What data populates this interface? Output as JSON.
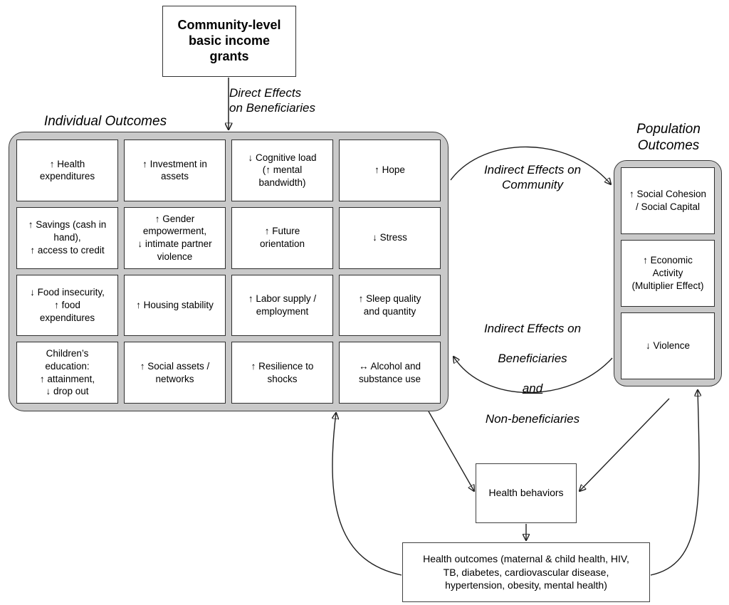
{
  "source": {
    "label": "Community-level\nbasic income\ngrants"
  },
  "edges": {
    "direct": "Direct Effects\non Beneficiaries",
    "indirect_community": "Indirect Effects on\nCommunity",
    "indirect_beneficiaries_line1": "Indirect Effects on",
    "indirect_beneficiaries_line2": "Beneficiaries",
    "indirect_beneficiaries_emph": "and",
    "indirect_beneficiaries_line4": "Non-beneficiaries"
  },
  "individual": {
    "title": "Individual Outcomes",
    "cells": [
      "↑ Health\nexpenditures",
      "↑ Investment in\nassets",
      "↓ Cognitive load\n(↑ mental\nbandwidth)",
      "↑ Hope",
      "↑ Savings (cash in\nhand),\n↑ access to credit",
      "↑ Gender\nempowerment,\n↓ intimate partner\nviolence",
      "↑ Future\norientation",
      "↓ Stress",
      "↓ Food insecurity,\n↑ food\nexpenditures",
      "↑ Housing stability",
      "↑ Labor supply /\nemployment",
      "↑ Sleep quality\nand quantity",
      "Children’s\neducation:\n↑ attainment,\n↓ drop out",
      "↑ Social assets /\nnetworks",
      "↑ Resilience to\nshocks",
      "↔ Alcohol and\nsubstance use"
    ]
  },
  "population": {
    "title": "Population\nOutcomes",
    "cells": [
      "↑ Social Cohesion\n/ Social Capital",
      "↑ Economic\nActivity\n(Multiplier Effect)",
      "↓ Violence"
    ]
  },
  "bottom": {
    "health_behaviors": "Health behaviors",
    "health_outcomes": "Health outcomes (maternal & child health, HIV,\nTB, diabetes, cardiovascular disease,\nhypertension, obesity, mental health)"
  },
  "colors": {
    "panel_fill": "#c9c9c9",
    "cell_fill": "#ffffff",
    "stroke": "#2f2f2f",
    "background": "#ffffff"
  }
}
